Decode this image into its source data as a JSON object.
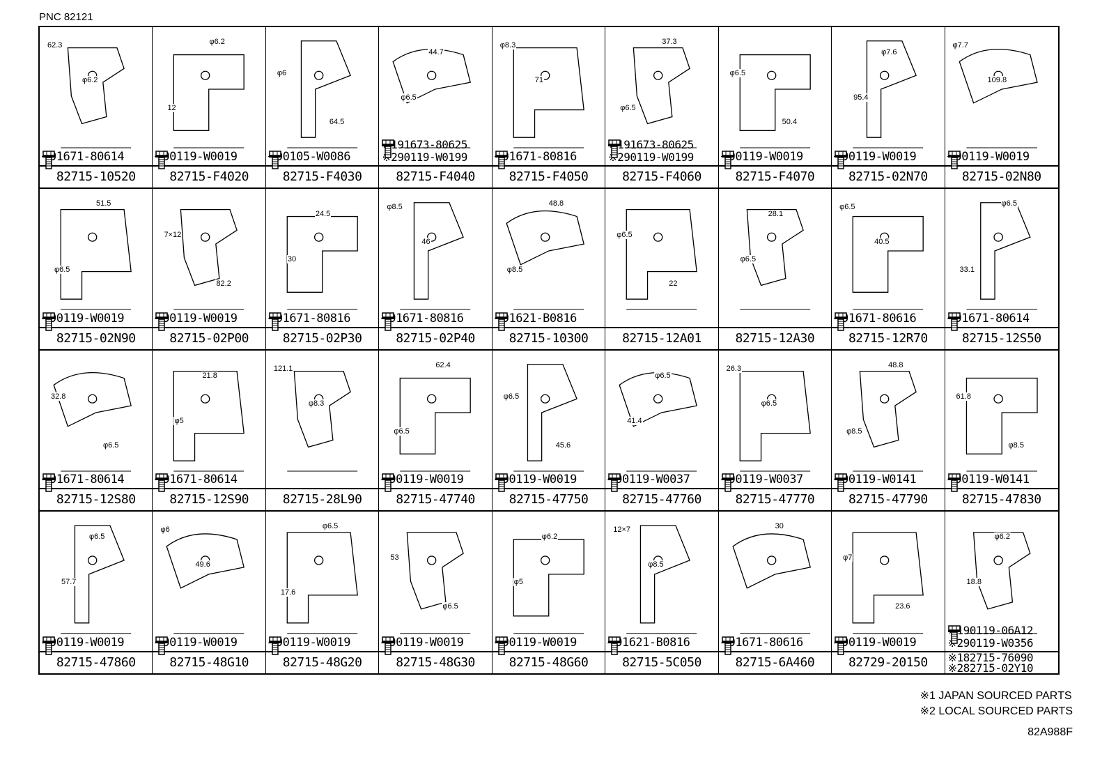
{
  "pnc": "PNC 82121",
  "cells": [
    {
      "part": "82715-10520",
      "bolt": [
        "91671-80614"
      ],
      "dims": [
        "62.3",
        "φ6.2"
      ]
    },
    {
      "part": "82715-F4020",
      "bolt": [
        "90119-W0019"
      ],
      "dims": [
        "φ6.2",
        "12"
      ]
    },
    {
      "part": "82715-F4030",
      "bolt": [
        "90105-W0086"
      ],
      "dims": [
        "φ6",
        "64.5"
      ]
    },
    {
      "part": "82715-F4040",
      "bolt": [
        "※191673-80625",
        "※290119-W0199"
      ],
      "dims": [
        "44.7",
        "φ6.5"
      ]
    },
    {
      "part": "82715-F4050",
      "bolt": [
        "91671-80816"
      ],
      "dims": [
        "φ8.3",
        "71"
      ]
    },
    {
      "part": "82715-F4060",
      "bolt": [
        "※191673-80625",
        "※290119-W0199"
      ],
      "dims": [
        "37.3",
        "φ6.5"
      ]
    },
    {
      "part": "82715-F4070",
      "bolt": [
        "90119-W0019"
      ],
      "dims": [
        "φ6.5",
        "50.4"
      ]
    },
    {
      "part": "82715-02N70",
      "bolt": [
        "90119-W0019"
      ],
      "dims": [
        "φ7.6",
        "95.4"
      ]
    },
    {
      "part": "82715-02N80",
      "bolt": [
        "90119-W0019"
      ],
      "dims": [
        "φ7.7",
        "109.8"
      ]
    },
    {
      "part": "82715-02N90",
      "bolt": [
        "90119-W0019"
      ],
      "dims": [
        "51.5",
        "φ6.5"
      ]
    },
    {
      "part": "82715-02P00",
      "bolt": [
        "90119-W0019"
      ],
      "dims": [
        "7×12",
        "82.2"
      ]
    },
    {
      "part": "82715-02P30",
      "bolt": [
        "91671-80816"
      ],
      "dims": [
        "24.5",
        "30"
      ]
    },
    {
      "part": "82715-02P40",
      "bolt": [
        "91671-80816"
      ],
      "dims": [
        "φ8.5",
        "46"
      ]
    },
    {
      "part": "82715-10300",
      "bolt": [
        "91621-B0816"
      ],
      "dims": [
        "48.8",
        "φ8.5"
      ]
    },
    {
      "part": "82715-12A01",
      "bolt": [],
      "dims": [
        "φ6.5",
        "22"
      ]
    },
    {
      "part": "82715-12A30",
      "bolt": [],
      "dims": [
        "28.1",
        "φ6.5"
      ]
    },
    {
      "part": "82715-12R70",
      "bolt": [
        "91671-80616"
      ],
      "dims": [
        "φ6.5",
        "40.5"
      ]
    },
    {
      "part": "82715-12S50",
      "bolt": [
        "91671-80614"
      ],
      "dims": [
        "φ6.5",
        "33.1"
      ]
    },
    {
      "part": "82715-12S80",
      "bolt": [
        "91671-80614"
      ],
      "dims": [
        "32.8",
        "φ6.5"
      ]
    },
    {
      "part": "82715-12S90",
      "bolt": [
        "91671-80614"
      ],
      "dims": [
        "21.8",
        "φ5"
      ]
    },
    {
      "part": "82715-28L90",
      "bolt": [],
      "dims": [
        "121.1",
        "φ8.3"
      ]
    },
    {
      "part": "82715-47740",
      "bolt": [
        "90119-W0019"
      ],
      "dims": [
        "62.4",
        "φ6.5"
      ]
    },
    {
      "part": "82715-47750",
      "bolt": [
        "90119-W0019"
      ],
      "dims": [
        "φ6.5",
        "45.6"
      ]
    },
    {
      "part": "82715-47760",
      "bolt": [
        "90119-W0037"
      ],
      "dims": [
        "φ6.5",
        "41.4"
      ]
    },
    {
      "part": "82715-47770",
      "bolt": [
        "90119-W0037"
      ],
      "dims": [
        "26.3",
        "φ6.5"
      ]
    },
    {
      "part": "82715-47790",
      "bolt": [
        "90119-W0141"
      ],
      "dims": [
        "48.8",
        "φ8.5"
      ]
    },
    {
      "part": "82715-47830",
      "bolt": [
        "90119-W0141"
      ],
      "dims": [
        "61.8",
        "φ8.5"
      ]
    },
    {
      "part": "82715-47860",
      "bolt": [
        "90119-W0019"
      ],
      "dims": [
        "φ6.5",
        "57.7"
      ]
    },
    {
      "part": "82715-48G10",
      "bolt": [
        "90119-W0019"
      ],
      "dims": [
        "φ6",
        "49.6"
      ]
    },
    {
      "part": "82715-48G20",
      "bolt": [
        "90119-W0019"
      ],
      "dims": [
        "φ6.5",
        "17.6"
      ]
    },
    {
      "part": "82715-48G30",
      "bolt": [
        "90119-W0019"
      ],
      "dims": [
        "53",
        "φ6.5"
      ]
    },
    {
      "part": "82715-48G60",
      "bolt": [
        "90119-W0019"
      ],
      "dims": [
        "φ6.2",
        "φ5"
      ]
    },
    {
      "part": "82715-5C050",
      "bolt": [
        "91621-B0816"
      ],
      "dims": [
        "12×7",
        "φ8.5"
      ]
    },
    {
      "part": "82715-6A460",
      "bolt": [
        "91671-80616"
      ],
      "dims": [
        "30"
      ]
    },
    {
      "part": "82729-20150",
      "bolt": [
        "90119-W0019"
      ],
      "dims": [
        "φ7",
        "23.6"
      ]
    },
    {
      "part": [
        "※182715-76090",
        "※282715-02Y10"
      ],
      "bolt": [
        "※190119-06A12",
        "※290119-W0356"
      ],
      "dims": [
        "φ6.2",
        "18.8"
      ]
    }
  ],
  "notes": [
    "※1 JAPAN SOURCED PARTS",
    "※2 LOCAL SOURCED PARTS"
  ],
  "drawing_code": "82A988F"
}
